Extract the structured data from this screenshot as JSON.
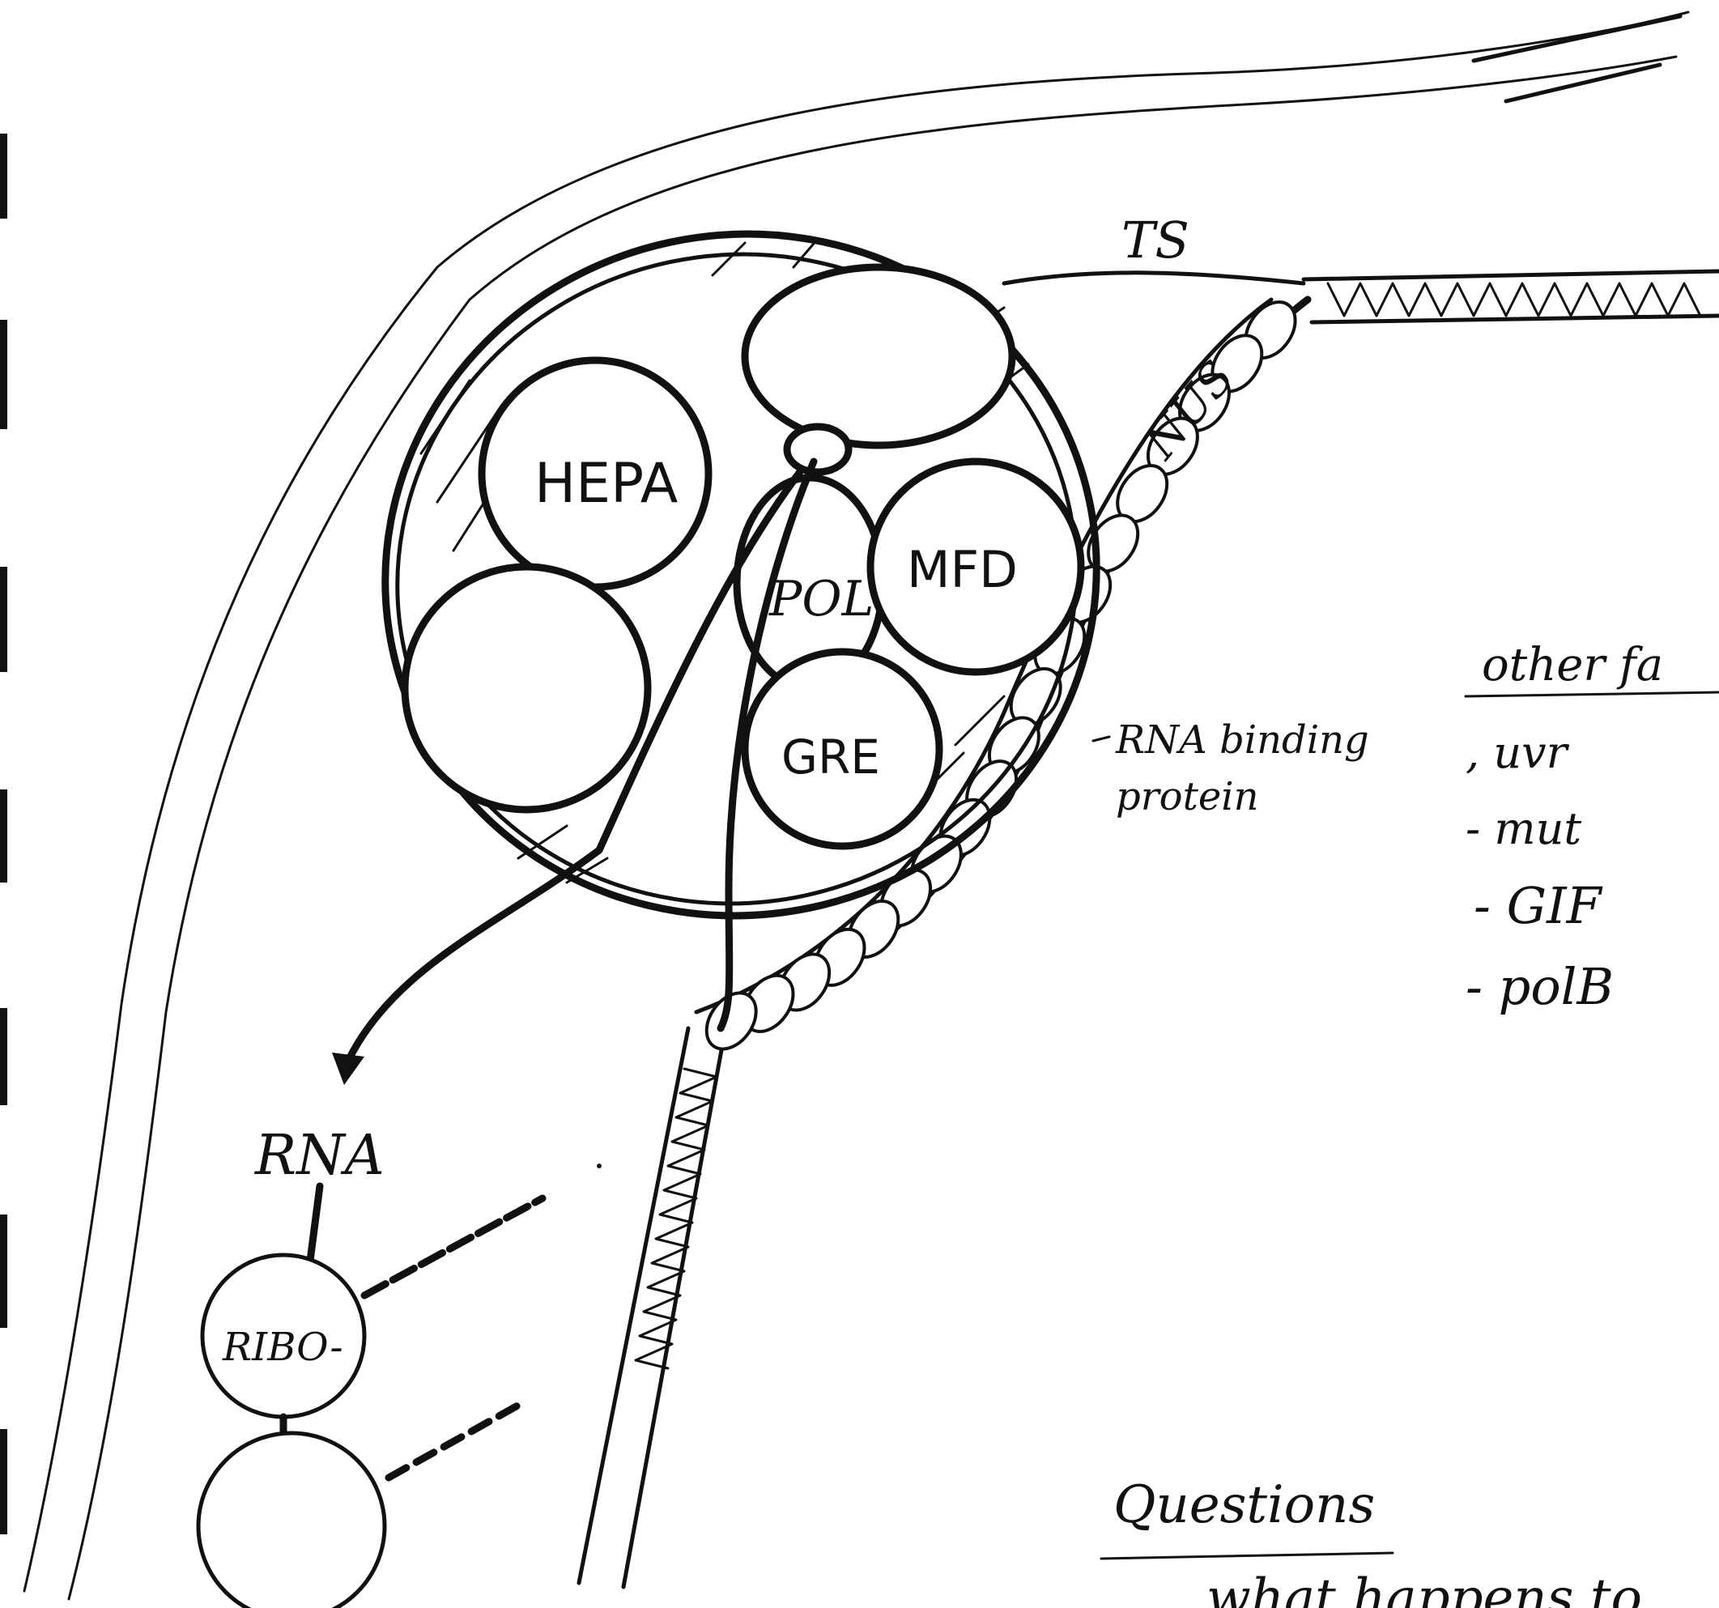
{
  "labels": {
    "ts": "TS",
    "hepa": "HEPA",
    "pol": "POL",
    "mfd": "MFD",
    "gre": "GRE",
    "nus": "NUS",
    "rna_binding_line1": "RNA binding",
    "rna_binding_line2": "protein",
    "rna": "RNA",
    "ribo": "RIBO-"
  },
  "other_factors": {
    "heading": "other fa",
    "items": [
      ", uvr",
      "- mut",
      "- GIF",
      "- polB"
    ]
  },
  "questions": {
    "heading": "Questions",
    "line1": "what happens to"
  },
  "colors": {
    "ink": "#111111",
    "paper": "#ffffff"
  }
}
